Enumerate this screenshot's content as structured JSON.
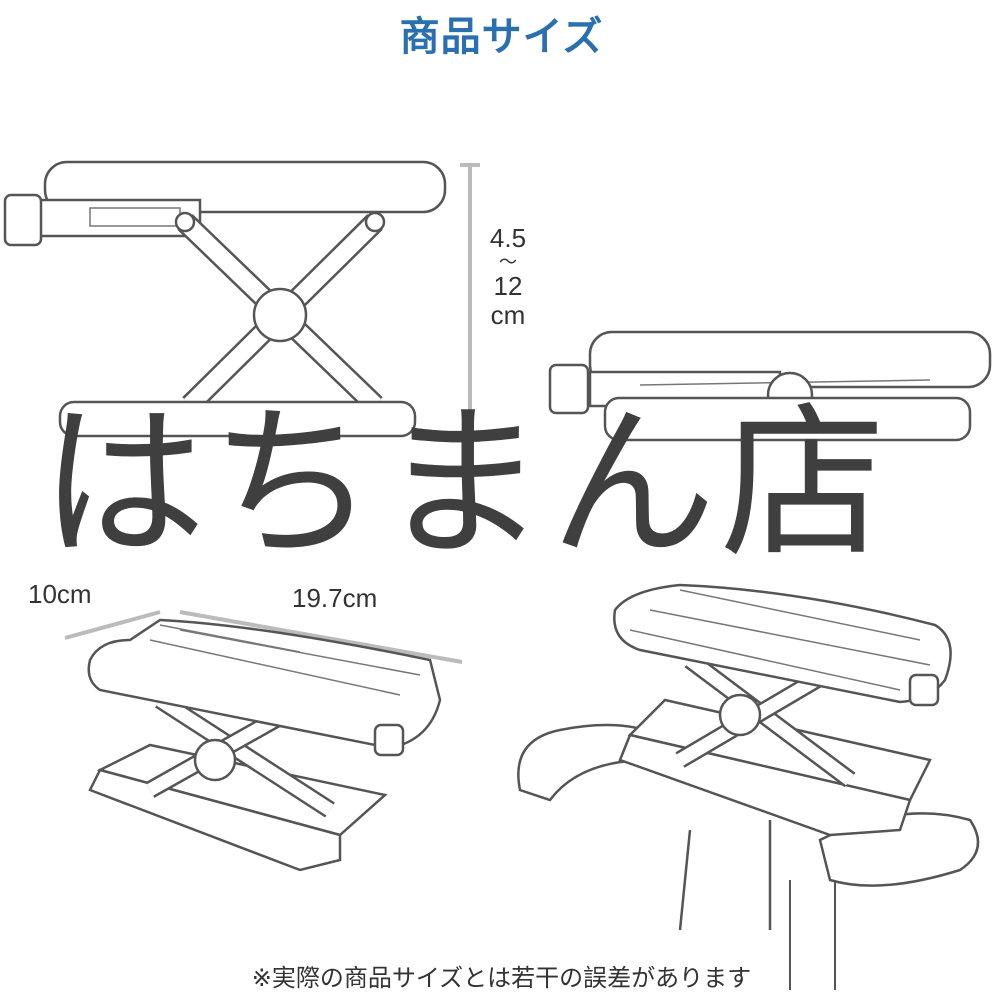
{
  "title": "商品サイズ",
  "dimensions": {
    "height_range_top": "4.5",
    "height_range_sep": "〜",
    "height_range_bottom": "12",
    "height_unit": "cm",
    "depth": "10cm",
    "width": "19.7cm"
  },
  "watermark": "はちまん店",
  "footer_note": "※実際の商品サイズとは若干の誤差があります",
  "colors": {
    "title": "#2a6fb0",
    "watermark": "#3f3f3f"
  }
}
